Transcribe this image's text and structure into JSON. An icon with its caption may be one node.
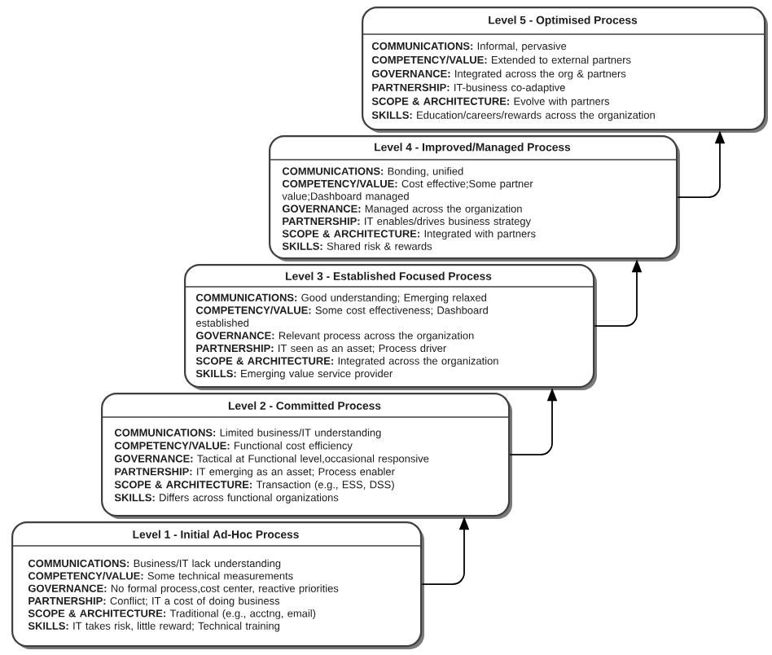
{
  "diagram": {
    "nodes": [
      {
        "text": [
          "Level 5 - Optimised Process",
          "**COMMUNICATIONS:** Informal, pervasive",
          "**COMPETENCY/VALUE:** Extended to external partners",
          "**GOVERNANCE:** Integrated across the org & partners",
          "**PARTNERSHIP:** IT-business co-adaptive",
          "**SCOPE & ARCHITECTURE:** Evolve with partners",
          "**SKILLS:** Education/careers/rewards across the organization"
        ]
      },
      {
        "text": [
          "Level 4 - Improved/Managed Process",
          "**COMMUNICATIONS:** Bonding, unified",
          "**COMPETENCY/VALUE:** Cost effective;Some partner value;Dashboard managed",
          "**GOVERNANCE:** Managed across the organization",
          "**PARTNERSHIP:** IT enables/drives business strategy",
          "**SCOPE & ARCHITECTURE:** Integrated with partners",
          "**SKILLS:** Shared risk & rewards"
        ]
      },
      {
        "text": [
          "Level 3 - Established Focused Process",
          "**COMMUNICATIONS:** Good understanding; Emerging relaxed",
          "**COMPETENCY/VALUE:** Some cost effectiveness; Dashboard established",
          "**GOVERNANCE:** Relevant process across the organization",
          "**PARTNERSHIP:** IT seen as an asset; Process driver",
          "**SCOPE & ARCHITECTURE:** Integrated across the organization",
          "**SKILLS:** Emerging value service provider"
        ]
      },
      {
        "text": [
          "Level 2 - Committed Process",
          "**COMMUNICATIONS:** Limited business/IT understanding",
          "**COMPETENCY/VALUE:** Functional cost efficiency",
          "**GOVERNANCE:** Tactical at Functional level,occasional responsive",
          "**PARTNERSHIP:** IT emerging as an asset; Process enabler",
          "**SCOPE & ARCHITECTURE:** Transaction (e.g., ESS, DSS)",
          "**SKILLS:** Differs across functional organizations"
        ]
      },
      {
        "text": [
          "Level 1 - Initial Ad-Hoc Process",
          "**COMMUNICATIONS:** Business/IT lack understanding",
          "**COMPETENCY/VALUE:** Some technical measurements",
          "**GOVERNANCE:** No formal process,cost center, reactive priorities",
          "**PARTNERSHIP:** Conflict; IT a cost of doing business",
          "**SCOPE & ARCHITECTURE:** Traditional (e.g., acctng, email)",
          "**SKILLS:** IT takes risk, little reward; Technical training"
        ]
      }
    ],
    "edges": [
      {
        "from": 4,
        "to": 3,
        "arrow": "to"
      },
      {
        "from": 3,
        "to": 2,
        "arrow": "to"
      },
      {
        "from": 2,
        "to": 1,
        "arrow": "to"
      },
      {
        "from": 1,
        "to": 0,
        "arrow": "to"
      }
    ]
  }
}
